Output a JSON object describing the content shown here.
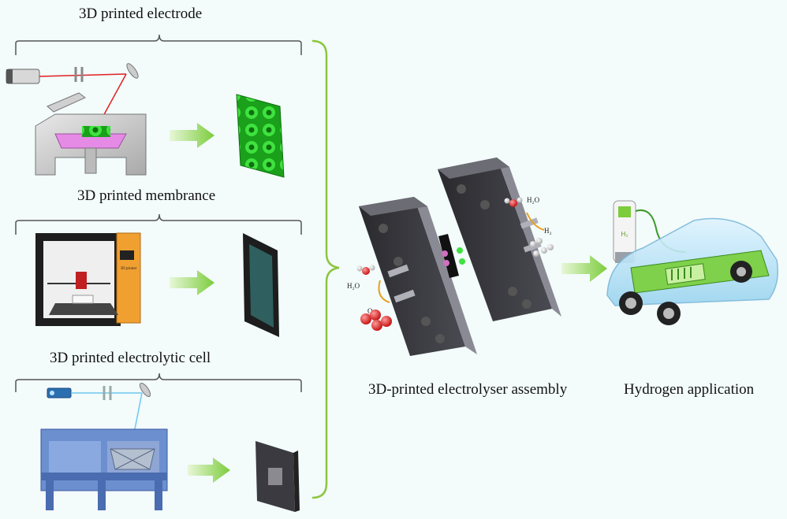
{
  "labels": {
    "electrode": "3D printed electrode",
    "membrane": "3D printed membrance",
    "cell": "3D printed electrolytic cell",
    "assembly": "3D-printed electrolyser assembly",
    "application": "Hydrogen application"
  },
  "chem": {
    "h2o_left": "H₂O",
    "o2": "O₂",
    "h2o_right": "H₂O",
    "h2": "H₂",
    "h2_station": "H₂"
  },
  "printer_brand": "3D printer",
  "colors": {
    "background": "#f3fbfb",
    "arrow_green": "#7ccc3c",
    "brace_green": "#8cc63f",
    "lattice_green": "#2fd02f",
    "membrane_teal": "#2f5f5f",
    "laser_red": "#e02020"
  }
}
